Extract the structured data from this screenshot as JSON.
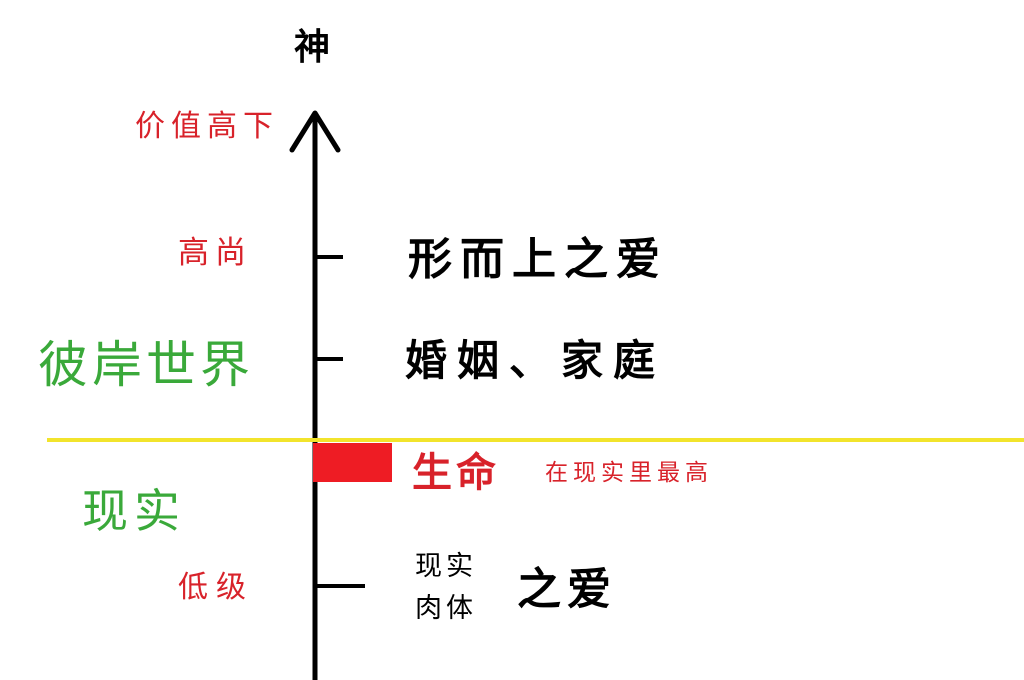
{
  "top_label": "神",
  "axis_label": "价值高下",
  "levels": {
    "high": "高尚",
    "low": "低级"
  },
  "realms": {
    "beyond": "彼岸世界",
    "reality": "现实"
  },
  "items": {
    "metaphysical_love": "形而上之爱",
    "marriage_family": "婚姻、家庭",
    "life": "生命",
    "life_note": "在现实里最高",
    "real_line1": "现实",
    "real_line2": "肉体",
    "real_suffix": "之爱"
  },
  "colors": {
    "divider": "#f2e42c",
    "life_marker": "#ee1c24",
    "label_red": "#d8222a",
    "label_green": "#3aa93a"
  }
}
